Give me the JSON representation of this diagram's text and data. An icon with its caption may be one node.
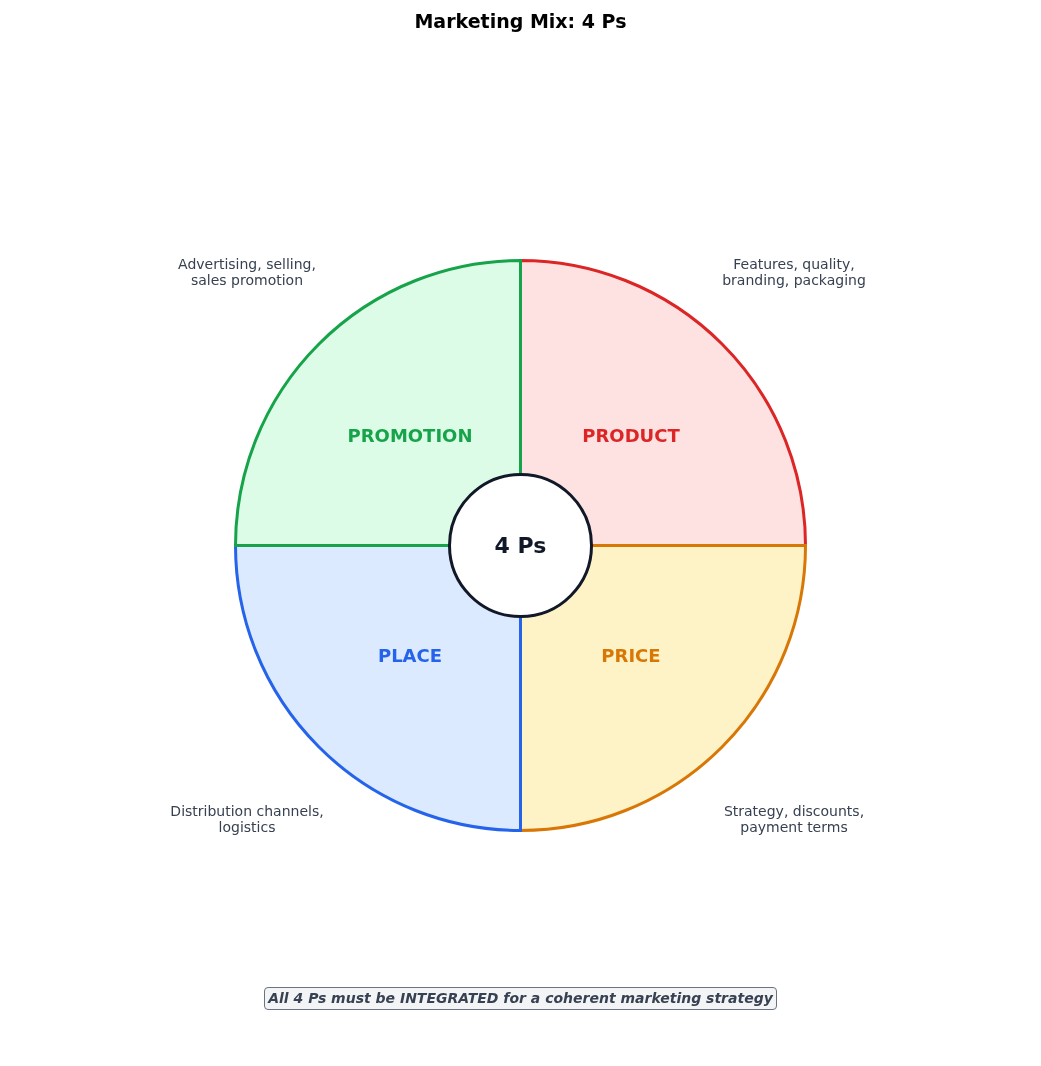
{
  "diagram": {
    "title": "Marketing Mix: 4 Ps",
    "nodes": [
      {
        "text": [
          "PROMOTION"
        ],
        "beside": [
          "Advertising, selling, sales promotion"
        ]
      },
      {
        "text": [
          "PRODUCT"
        ],
        "beside": [
          "Features, quality, branding, packaging"
        ]
      },
      {
        "text": [
          "4 Ps"
        ]
      },
      {
        "text": [
          "PLACE"
        ],
        "beside": [
          "Distribution channels, logistics"
        ]
      },
      {
        "text": [
          "PRICE"
        ],
        "beside": [
          "Strategy, discounts, payment terms"
        ]
      },
      {
        "text": [
          "All 4 Ps must be INTEGRATED for a coherent marketing strategy"
        ]
      }
    ]
  }
}
